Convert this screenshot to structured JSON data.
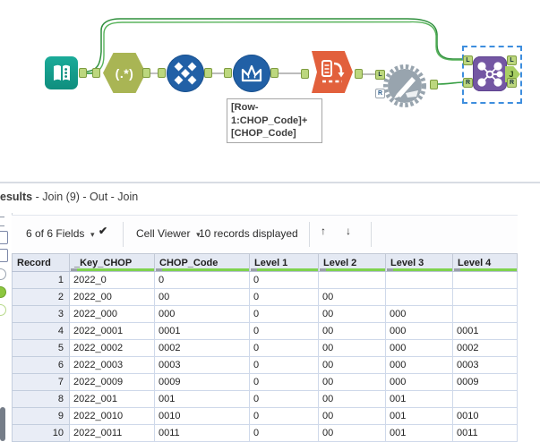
{
  "canvas": {
    "regex_label": "(.*)",
    "anchor_labels": {
      "left": "L",
      "right": "R",
      "join": "J"
    },
    "annotation_lines": [
      "[Row-",
      "1:CHOP_Code]+",
      "[CHOP_Code]"
    ]
  },
  "results_pane": {
    "title_bold": "esults",
    "title_rest": " - Join (9) - Out - Join",
    "toolbar": {
      "fields_selector": "6 of 6 Fields",
      "cell_viewer": "Cell Viewer",
      "records_status": "10 records displayed"
    },
    "table": {
      "columns": [
        "Record",
        "_Key_CHOP",
        "CHOP_Code",
        "Level 1",
        "Level 2",
        "Level 3",
        "Level 4"
      ],
      "rows": [
        [
          "1",
          "2022_0",
          "0",
          "0",
          "",
          "",
          ""
        ],
        [
          "2",
          "2022_00",
          "00",
          "0",
          "00",
          "",
          ""
        ],
        [
          "3",
          "2022_000",
          "000",
          "0",
          "00",
          "000",
          ""
        ],
        [
          "4",
          "2022_0001",
          "0001",
          "0",
          "00",
          "000",
          "0001"
        ],
        [
          "5",
          "2022_0002",
          "0002",
          "0",
          "00",
          "000",
          "0002"
        ],
        [
          "6",
          "2022_0003",
          "0003",
          "0",
          "00",
          "000",
          "0003"
        ],
        [
          "7",
          "2022_0009",
          "0009",
          "0",
          "00",
          "000",
          "0009"
        ],
        [
          "8",
          "2022_001",
          "001",
          "0",
          "00",
          "001",
          ""
        ],
        [
          "9",
          "2022_0010",
          "0010",
          "0",
          "00",
          "001",
          "0010"
        ],
        [
          "10",
          "2022_0011",
          "0011",
          "0",
          "00",
          "001",
          "0011"
        ]
      ]
    }
  },
  "icons": {
    "caret_down": "▾",
    "check": "✔",
    "arrow_up": "↑",
    "arrow_down": "↓"
  },
  "colors": {
    "accent_green_underline": "#7fd34e",
    "wire_green": "#379e43",
    "wire_gray": "#a5a5a5",
    "tool_teal": "#16a394",
    "tool_olive": "#a9b554",
    "tool_blue": "#2160a6",
    "tool_orange": "#e2603c",
    "tool_gray": "#98a4ae",
    "tool_purple": "#7457a3",
    "selection_blue": "#3e8ede"
  }
}
